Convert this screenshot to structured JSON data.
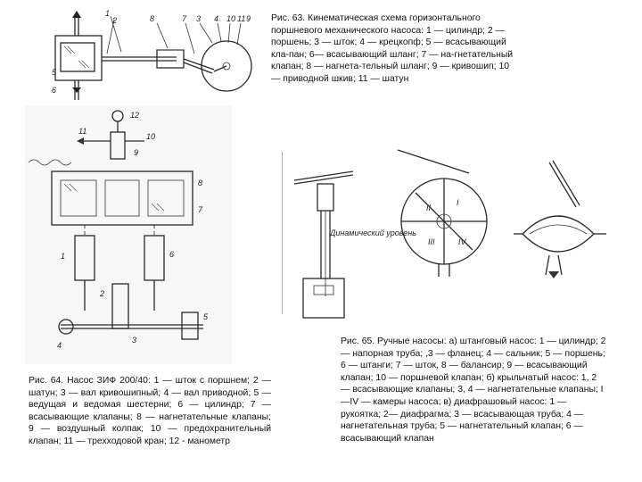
{
  "figures": {
    "fig63": {
      "caption": "Рис. 63. Кинематическая схема горизонтального поршневого механического насоса: 1 — цилиндр; 2 — поршень; 3 — шток; 4 — крецкопф; 5 — всасывающий кла-пан; 6— всасывающий шланг; 7 — на-гнетательный клапан; 8 — нагнета-тельный шланг; 9 — кривошип; 10 — приводной шкив; 11 — шатун",
      "labels": [
        "8",
        "7",
        "3",
        "4",
        "10",
        "11",
        "9",
        "1",
        "2",
        "5",
        "6"
      ]
    },
    "fig64": {
      "caption": "Рис. 64. Насос ЗИФ 200/40: 1 — шток с поршнем; 2 — шатун; 3 — вал кривошипный; 4 — вал приводной; 5 — ведущая и ведомая шестерни; 6 — цилиндр; 7 — всасывающие клапаны; 8 — нагнетательные клапаны; 9 — воздушный колпак; 10 — предохранительный клапан; 11 — трехходовой кран; 12 - манометр",
      "labels": [
        "12",
        "11",
        "10",
        "9",
        "8",
        "7",
        "6",
        "1",
        "2",
        "3",
        "4",
        "5"
      ]
    },
    "fig65": {
      "caption": "Рис. 65. Ручные насосы: а) штанговый насос: 1 — цилиндр; 2 — напорная труба; ,3 — фланец; 4 — сальник; 5 — поршень; 6 — штанги; 7 — шток, 8 — балансир; 9 — всасывающий клапан; 10 — поршневой клапан; б) крыльчатый насос: 1, 2 — всасывающие клапаны; 3, 4 — нагнетательные клапаны; I—IV — камеры насоса; в) диафрашовый насос: 1 — рукоятка; 2— диафрагма; 3 — всасывающая труба; 4 — нагнетательная труба; 5 — нагнетательный клапан; 6 — всасывающий клапан",
      "inset_label": "Динамический уровень",
      "chambers": [
        "I",
        "II",
        "III",
        "IV"
      ]
    }
  }
}
